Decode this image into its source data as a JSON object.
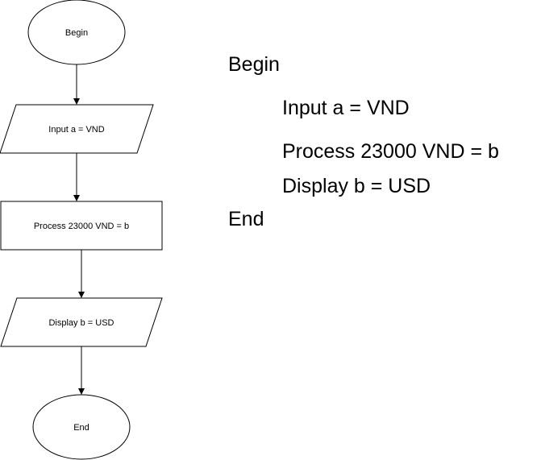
{
  "flowchart": {
    "nodes": [
      {
        "id": "begin",
        "shape": "terminal",
        "label": "Begin"
      },
      {
        "id": "input",
        "shape": "io",
        "label": "Input a = VND"
      },
      {
        "id": "process",
        "shape": "process",
        "label": "Process 23000 VND = b"
      },
      {
        "id": "display",
        "shape": "io",
        "label": "Display b = USD"
      },
      {
        "id": "end",
        "shape": "terminal",
        "label": "End"
      }
    ],
    "edges": [
      {
        "from": "begin",
        "to": "input"
      },
      {
        "from": "input",
        "to": "process"
      },
      {
        "from": "process",
        "to": "display"
      },
      {
        "from": "display",
        "to": "end"
      }
    ]
  },
  "pseudocode": {
    "begin": "Begin",
    "input": "Input a = VND",
    "process": "Process 23000 VND = b",
    "display": "Display b = USD",
    "end": "End"
  },
  "colors": {
    "stroke": "#000000",
    "fill": "#ffffff",
    "text": "#000000"
  }
}
